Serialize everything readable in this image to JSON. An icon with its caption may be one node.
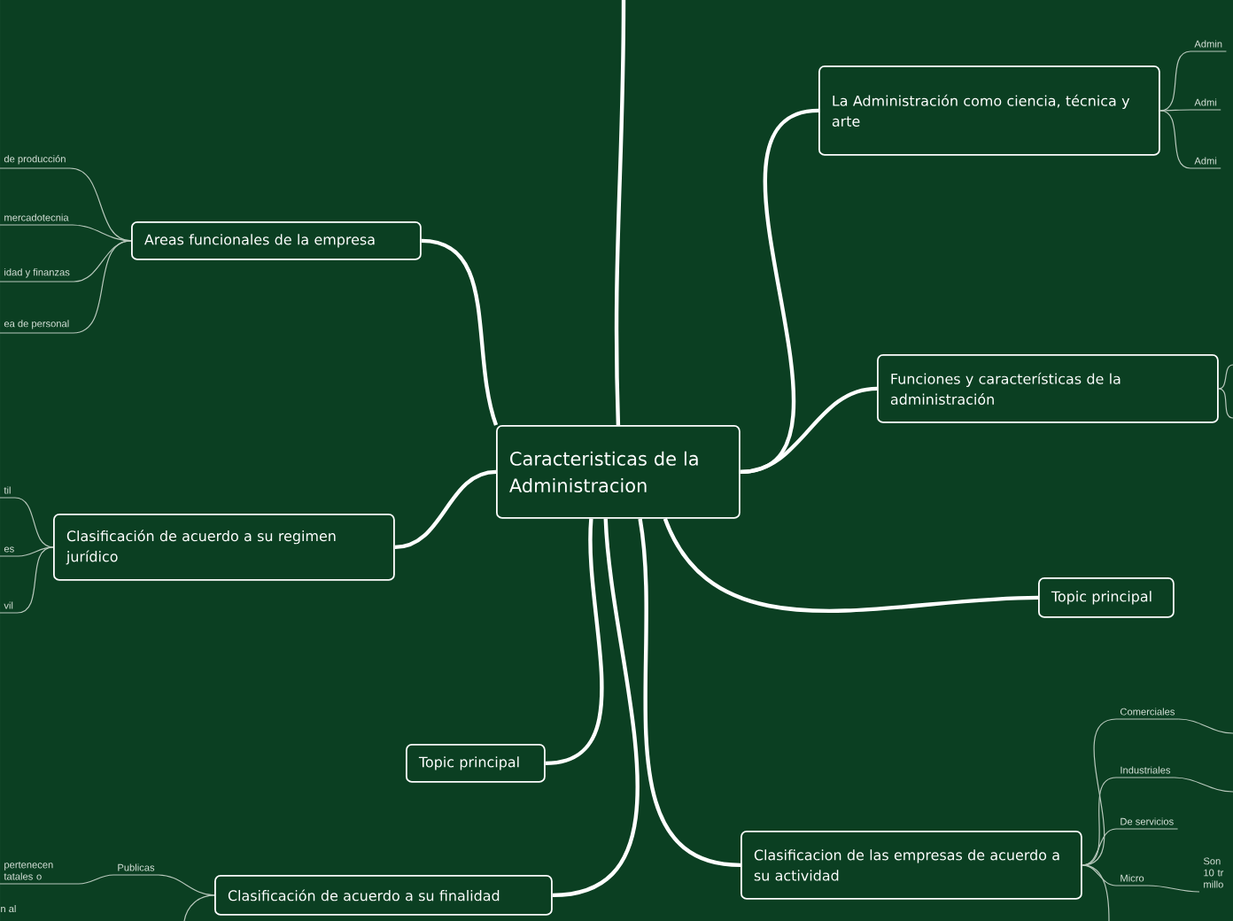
{
  "diagram": {
    "nodes": [
      {
        "text": [
          "Caracteristicas de la Administracion"
        ]
      },
      {
        "text": [
          "La Administración como ciencia, técnica y arte"
        ]
      },
      {
        "text": [
          "Funciones y características de la administración"
        ]
      },
      {
        "text": [
          "Topic principal"
        ]
      },
      {
        "text": [
          "Clasificacion de las empresas de acuerdo a su actividad"
        ]
      },
      {
        "text": [
          "Clasificación de acuerdo a su finalidad"
        ]
      },
      {
        "text": [
          "Topic principal"
        ]
      },
      {
        "text": [
          "Clasificación de acuerdo a su regimen jurídico"
        ]
      },
      {
        "text": [
          "Areas funcionales de la empresa"
        ]
      },
      {
        "text": [
          "de producción"
        ]
      },
      {
        "text": [
          "mercadotecnia"
        ]
      },
      {
        "text": [
          "idad y finanzas"
        ]
      },
      {
        "text": [
          "ea de personal"
        ]
      },
      {
        "text": [
          "til"
        ]
      },
      {
        "text": [
          "es"
        ]
      },
      {
        "text": [
          "vil"
        ]
      },
      {
        "text": [
          "Admin"
        ]
      },
      {
        "text": [
          "Admi"
        ]
      },
      {
        "text": [
          "Admi"
        ]
      },
      {
        "text": [
          "Comerciales"
        ]
      },
      {
        "text": [
          "Industriales"
        ]
      },
      {
        "text": [
          "De servicios"
        ]
      },
      {
        "text": [
          "Micro"
        ]
      },
      {
        "text": [
          "Son 10 tr millo"
        ]
      },
      {
        "text": [
          "Publicas"
        ]
      },
      {
        "text": [
          "pertenecen tatales o"
        ]
      }
    ],
    "edges": [
      {
        "from": 0,
        "to": 1,
        "arrow": "none",
        "style": "thick"
      },
      {
        "from": 0,
        "to": 2,
        "arrow": "none",
        "style": "thick"
      },
      {
        "from": 0,
        "to": 3,
        "arrow": "none",
        "style": "thick"
      },
      {
        "from": 0,
        "to": 4,
        "arrow": "none",
        "style": "thick"
      },
      {
        "from": 0,
        "to": 5,
        "arrow": "none",
        "style": "thick"
      },
      {
        "from": 0,
        "to": 6,
        "arrow": "none",
        "style": "thick"
      },
      {
        "from": 0,
        "to": 7,
        "arrow": "none",
        "style": "thick"
      },
      {
        "from": 0,
        "to": 8,
        "arrow": "none",
        "style": "thick"
      },
      {
        "from": 0,
        "to": null,
        "arrow": "none",
        "style": "thick"
      },
      {
        "from": 2,
        "to": null,
        "arrow": "none"
      },
      {
        "from": 2,
        "to": null,
        "arrow": "none"
      },
      {
        "from": 4,
        "to": null,
        "arrow": "none"
      },
      {
        "from": 5,
        "to": null,
        "arrow": "none"
      },
      {
        "from": 8,
        "to": 9,
        "arrow": "none"
      },
      {
        "from": 8,
        "to": 10,
        "arrow": "none"
      },
      {
        "from": 8,
        "to": 11,
        "arrow": "none"
      },
      {
        "from": 8,
        "to": 12,
        "arrow": "none"
      },
      {
        "from": 7,
        "to": 13,
        "arrow": "none"
      },
      {
        "from": 7,
        "to": 14,
        "arrow": "none"
      },
      {
        "from": 7,
        "to": 15,
        "arrow": "none"
      },
      {
        "from": 1,
        "to": 16,
        "arrow": "none"
      },
      {
        "from": 1,
        "to": 17,
        "arrow": "none"
      },
      {
        "from": 1,
        "to": 18,
        "arrow": "none"
      },
      {
        "from": 4,
        "to": 19,
        "arrow": "none"
      },
      {
        "from": 4,
        "to": 20,
        "arrow": "none"
      },
      {
        "from": 4,
        "to": 21,
        "arrow": "none"
      },
      {
        "from": 4,
        "to": 22,
        "arrow": "none"
      },
      {
        "from": 22,
        "to": 23,
        "arrow": "none"
      },
      {
        "from": 5,
        "to": 24,
        "arrow": "none"
      },
      {
        "from": 24,
        "to": 25,
        "arrow": "none"
      },
      {
        "from": 19,
        "to": null,
        "arrow": "none"
      },
      {
        "from": 20,
        "to": null,
        "arrow": "none"
      }
    ],
    "labels": [
      "n al"
    ]
  }
}
